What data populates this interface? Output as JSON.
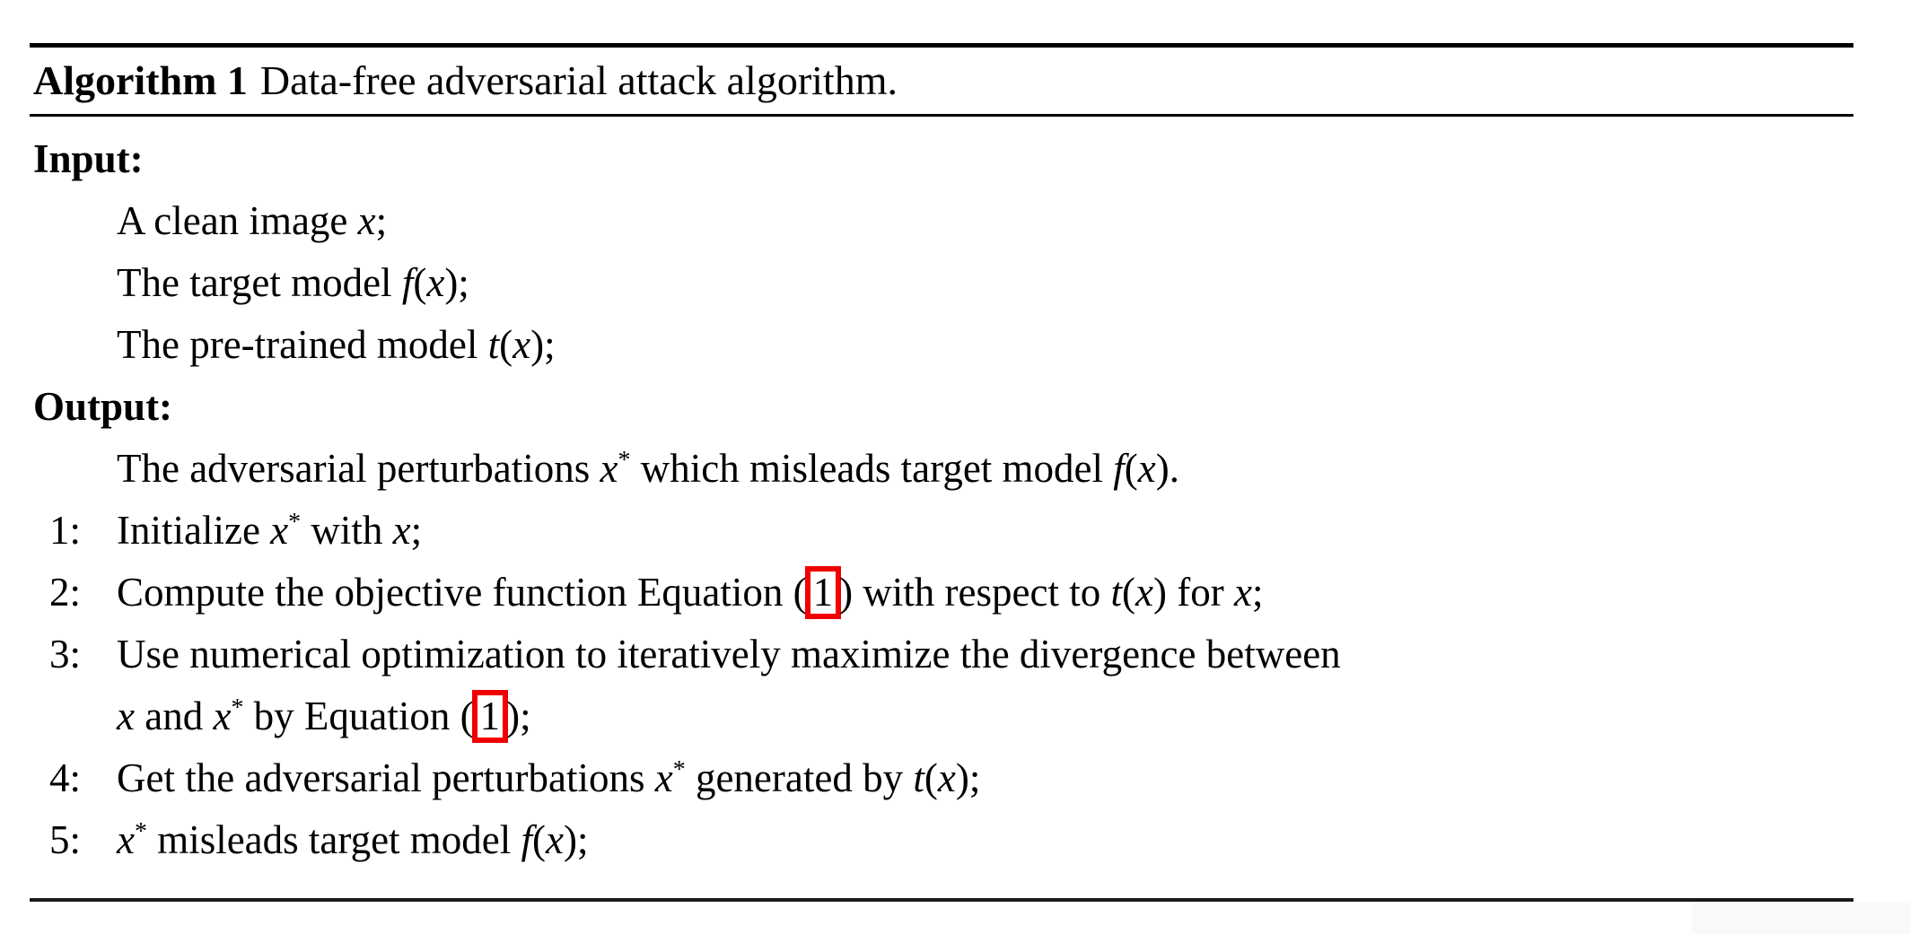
{
  "colors": {
    "text": "#000000",
    "rule": "#000000",
    "highlight": "#f20000",
    "background": "#ffffff"
  },
  "algorithm": {
    "label": "Algorithm 1",
    "title": "Data-free adversarial attack algorithm.",
    "lines": [
      {
        "type": "kw",
        "segments": [
          {
            "t": "Input:",
            "b": 1
          }
        ]
      },
      {
        "type": "ind",
        "segments": [
          {
            "t": "A clean image "
          },
          {
            "t": "x",
            "i": 1
          },
          {
            "t": ";"
          }
        ]
      },
      {
        "type": "ind",
        "segments": [
          {
            "t": "The target model "
          },
          {
            "t": "f",
            "i": 1
          },
          {
            "t": "("
          },
          {
            "t": "x",
            "i": 1
          },
          {
            "t": ");"
          }
        ]
      },
      {
        "type": "ind",
        "segments": [
          {
            "t": "The pre-trained model "
          },
          {
            "t": "t",
            "i": 1
          },
          {
            "t": "("
          },
          {
            "t": "x",
            "i": 1
          },
          {
            "t": ");"
          }
        ]
      },
      {
        "type": "kw",
        "segments": [
          {
            "t": "Output:",
            "b": 1
          }
        ]
      },
      {
        "type": "ind",
        "segments": [
          {
            "t": "The adversarial perturbations "
          },
          {
            "t": "x",
            "i": 1
          },
          {
            "t": "*",
            "sup": 1
          },
          {
            "t": " which misleads target model "
          },
          {
            "t": "f",
            "i": 1
          },
          {
            "t": "("
          },
          {
            "t": "x",
            "i": 1
          },
          {
            "t": ")."
          }
        ]
      },
      {
        "type": "numline",
        "num": "1:",
        "segments": [
          {
            "t": "Initialize "
          },
          {
            "t": "x",
            "i": 1
          },
          {
            "t": "*",
            "sup": 1
          },
          {
            "t": " with "
          },
          {
            "t": "x",
            "i": 1
          },
          {
            "t": ";"
          }
        ]
      },
      {
        "type": "numline",
        "num": "2:",
        "segments": [
          {
            "t": "Compute the objective function Equation ("
          },
          {
            "t": "1",
            "box": 1
          },
          {
            "t": ") with respect to "
          },
          {
            "t": "t",
            "i": 1
          },
          {
            "t": "("
          },
          {
            "t": "x",
            "i": 1
          },
          {
            "t": ") for "
          },
          {
            "t": "x",
            "i": 1
          },
          {
            "t": ";"
          }
        ]
      },
      {
        "type": "numline",
        "num": "3:",
        "segments": [
          {
            "t": "Use numerical optimization to iteratively maximize the divergence between"
          }
        ]
      },
      {
        "type": "cont",
        "segments": [
          {
            "t": "x",
            "i": 1
          },
          {
            "t": " and "
          },
          {
            "t": "x",
            "i": 1
          },
          {
            "t": "*",
            "sup": 1
          },
          {
            "t": " by Equation ("
          },
          {
            "t": "1",
            "box": 1
          },
          {
            "t": ");"
          }
        ]
      },
      {
        "type": "numline",
        "num": "4:",
        "segments": [
          {
            "t": "Get the adversarial perturbations "
          },
          {
            "t": "x",
            "i": 1
          },
          {
            "t": "*",
            "sup": 1
          },
          {
            "t": " generated by "
          },
          {
            "t": "t",
            "i": 1
          },
          {
            "t": "("
          },
          {
            "t": "x",
            "i": 1
          },
          {
            "t": ");"
          }
        ]
      },
      {
        "type": "numline",
        "num": "5:",
        "segments": [
          {
            "t": "x",
            "i": 1
          },
          {
            "t": "*",
            "sup": 1
          },
          {
            "t": " misleads target model "
          },
          {
            "t": "f",
            "i": 1
          },
          {
            "t": "("
          },
          {
            "t": "x",
            "i": 1
          },
          {
            "t": ");"
          }
        ]
      }
    ]
  }
}
